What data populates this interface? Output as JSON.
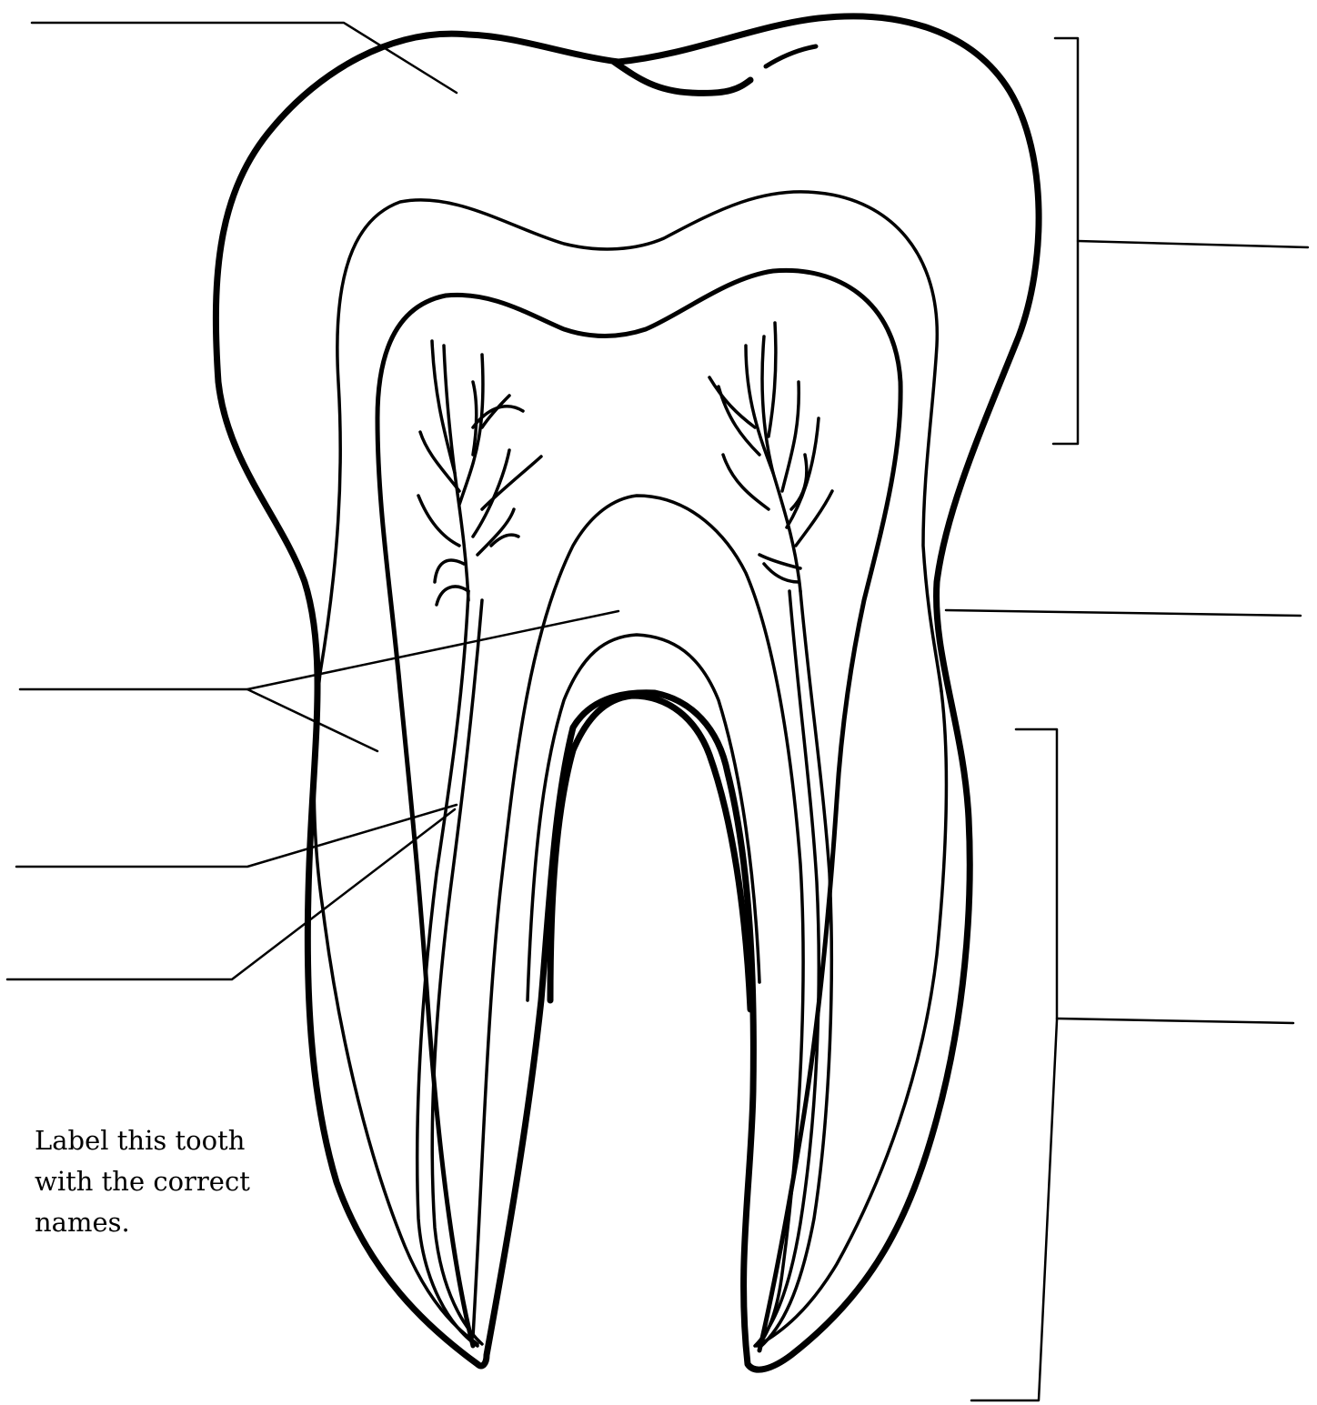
{
  "instructions": {
    "line1": "Label this tooth",
    "line2": "with the correct",
    "line3": "names."
  },
  "labels": [
    {
      "id": "blank-enamel",
      "text": ""
    },
    {
      "id": "blank-crown",
      "text": ""
    },
    {
      "id": "blank-gum-line",
      "text": ""
    },
    {
      "id": "blank-dentin-pulp",
      "text": ""
    },
    {
      "id": "blank-root-canal",
      "text": ""
    },
    {
      "id": "blank-nerves-vessels",
      "text": ""
    },
    {
      "id": "blank-root",
      "text": ""
    }
  ]
}
